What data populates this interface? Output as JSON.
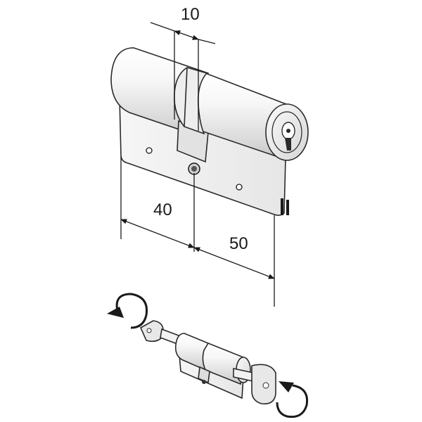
{
  "dimensions": {
    "top_width": "10",
    "left_length": "40",
    "right_length": "50"
  },
  "icons": {
    "main": "euro-profile-cylinder-lock-icon",
    "small": "double-cylinder-with-keys-icon",
    "rotate_left": "rotate-arrow-icon",
    "rotate_right": "rotate-arrow-icon"
  },
  "colors": {
    "body_light": "#f4f4f4",
    "body_shade": "#d8d8d8",
    "outline": "#2a2a2a"
  }
}
